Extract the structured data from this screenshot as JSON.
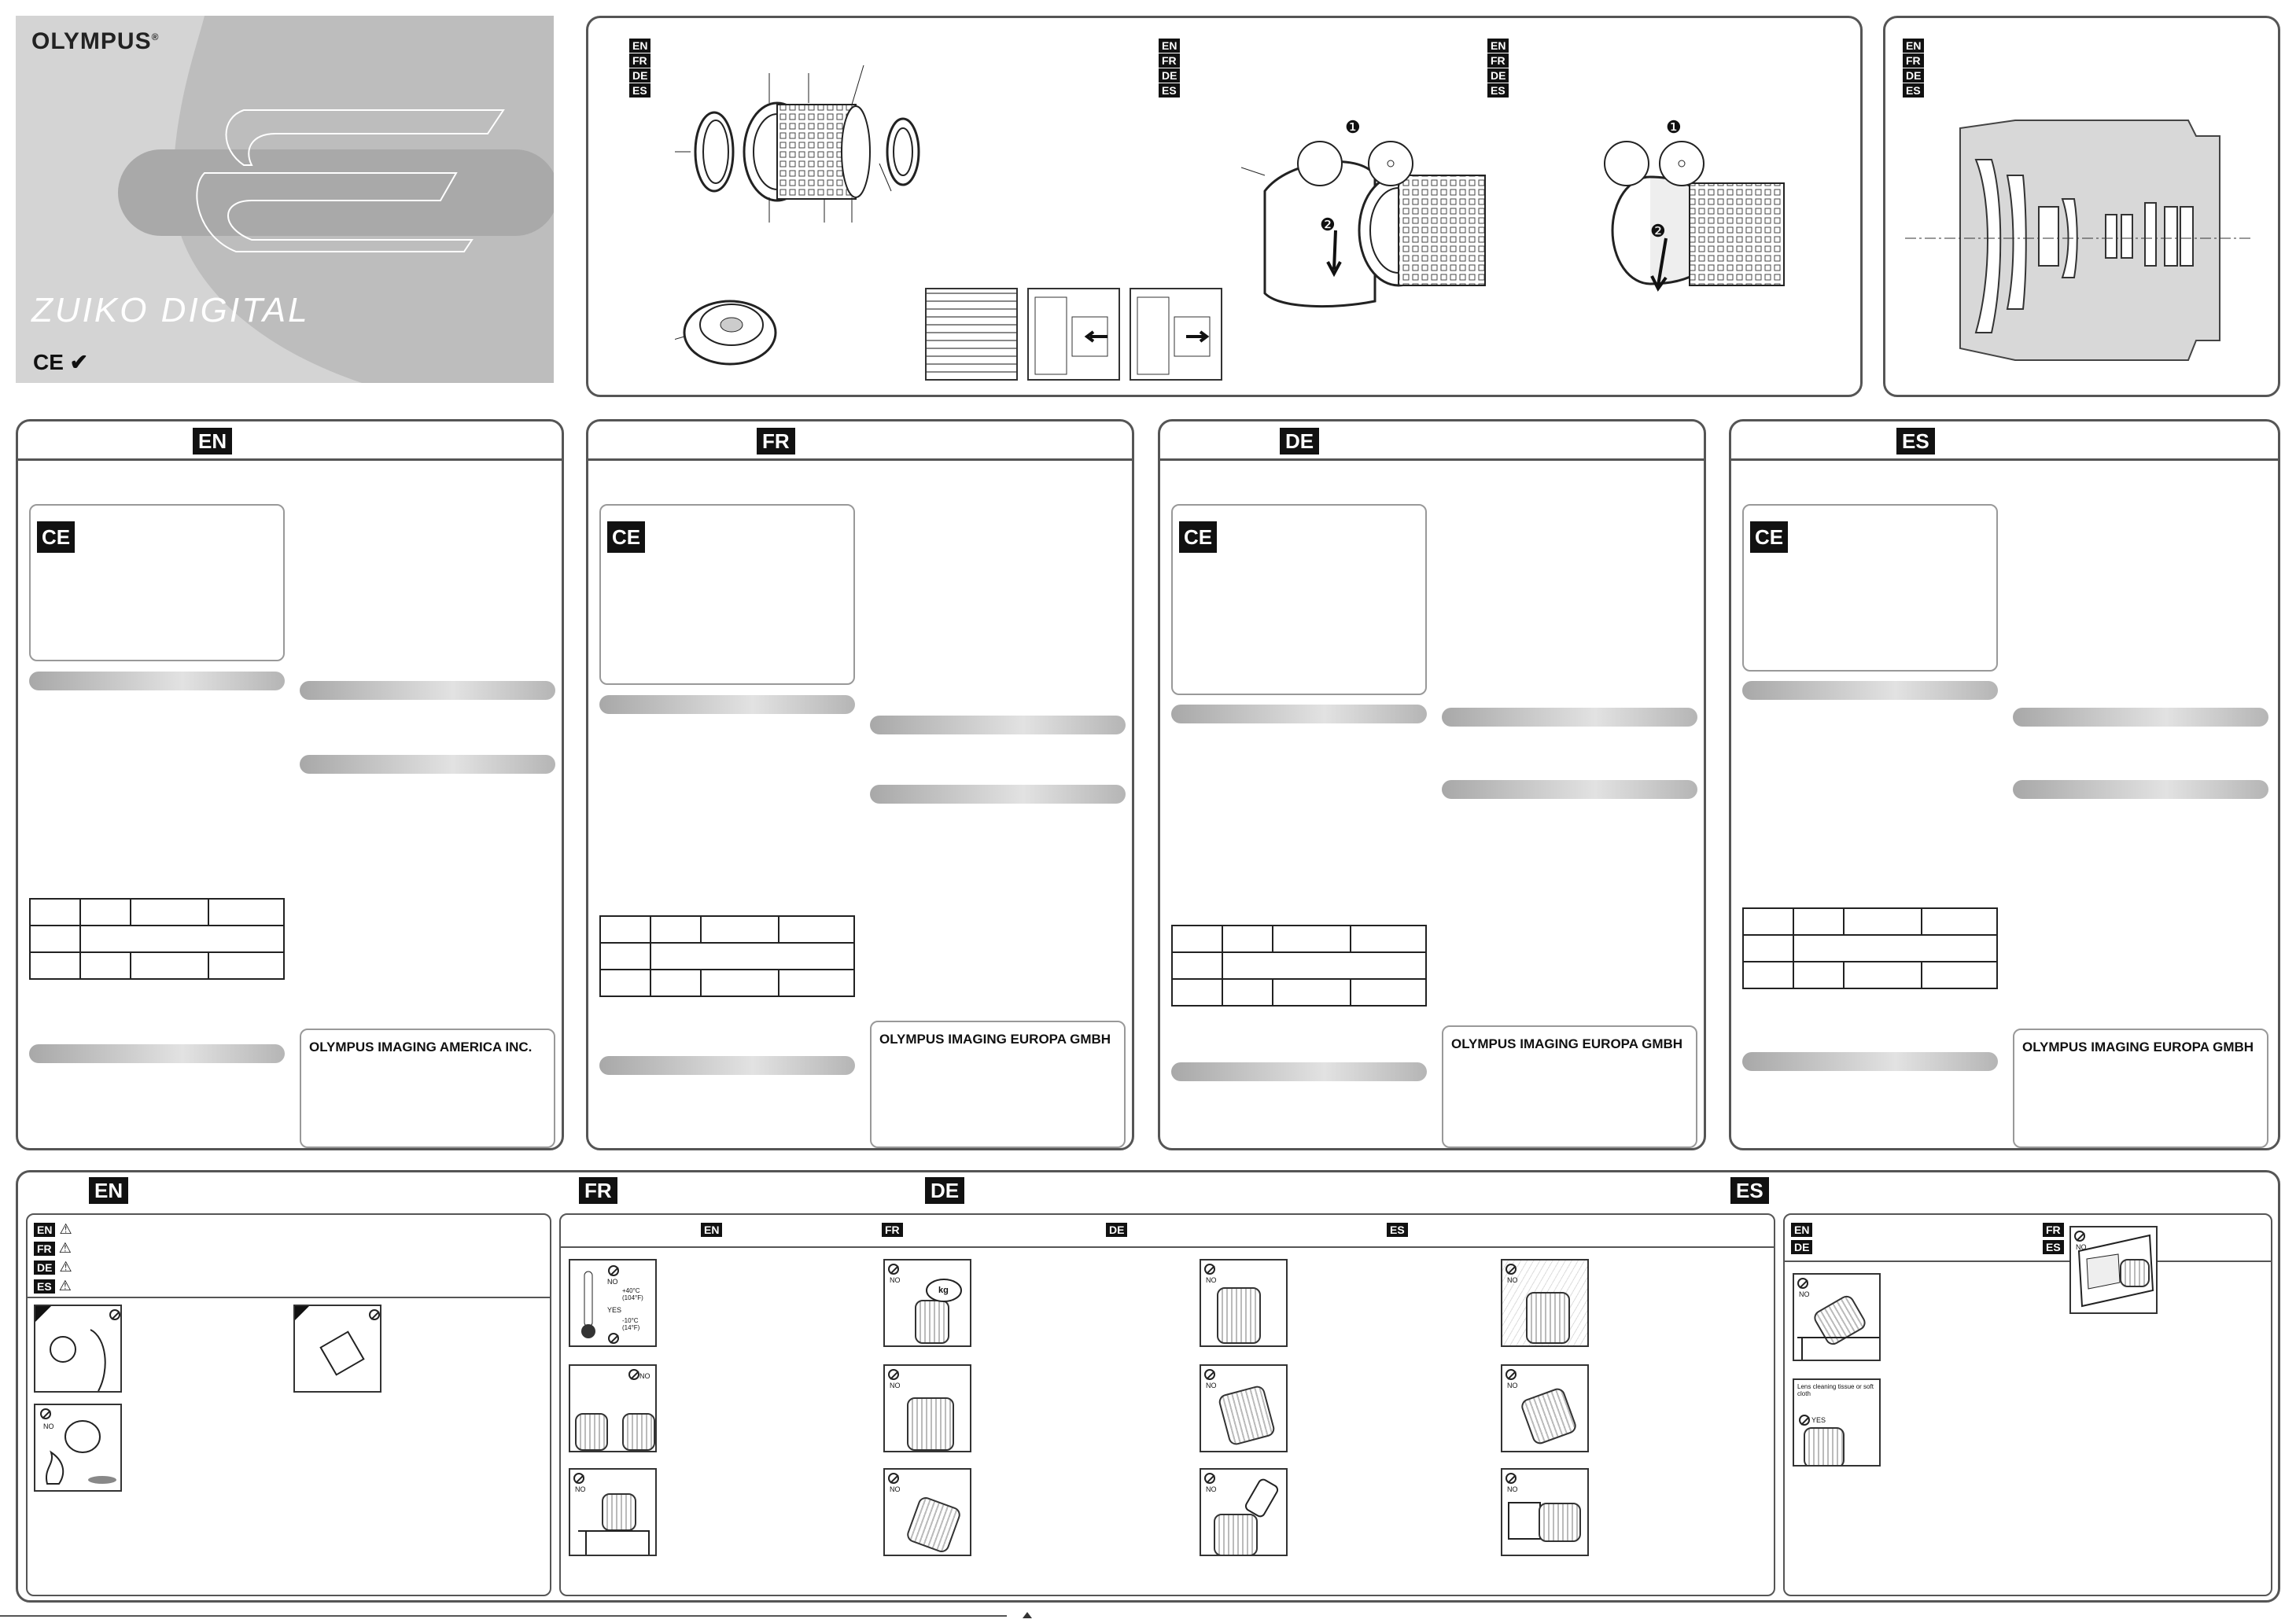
{
  "cover": {
    "brand": "OLYMPUS",
    "brand_mark": "®",
    "product": "ZUIKO DIGITAL",
    "marks": "CE ✔"
  },
  "languages": [
    "EN",
    "FR",
    "DE",
    "ES"
  ],
  "sections": {
    "en": {
      "lang": "EN",
      "ce": "CE",
      "company": "OLYMPUS IMAGING AMERICA INC."
    },
    "fr": {
      "lang": "FR",
      "ce": "CE",
      "company": "OLYMPUS IMAGING EUROPA GMBH"
    },
    "de": {
      "lang": "DE",
      "ce": "CE",
      "company": "OLYMPUS IMAGING EUROPA GMBH"
    },
    "es": {
      "lang": "ES",
      "ce": "CE",
      "company": "OLYMPUS IMAGING EUROPA GMBH"
    }
  },
  "hood_steps": {
    "step1": "❶",
    "step2": "❷"
  },
  "warning_icon": "⚠",
  "care": {
    "no": "NO",
    "yes": "YES",
    "temp_high": "+40°C (104°F)",
    "temp_low": "-10°C (14°F)",
    "weight_unit": "kg",
    "cleaning_note": "Lens cleaning tissue or soft cloth"
  },
  "icons": [
    "ce-mark-icon",
    "check-mark-icon",
    "warning-icon",
    "no-prohibited-icon",
    "lens-icon"
  ]
}
